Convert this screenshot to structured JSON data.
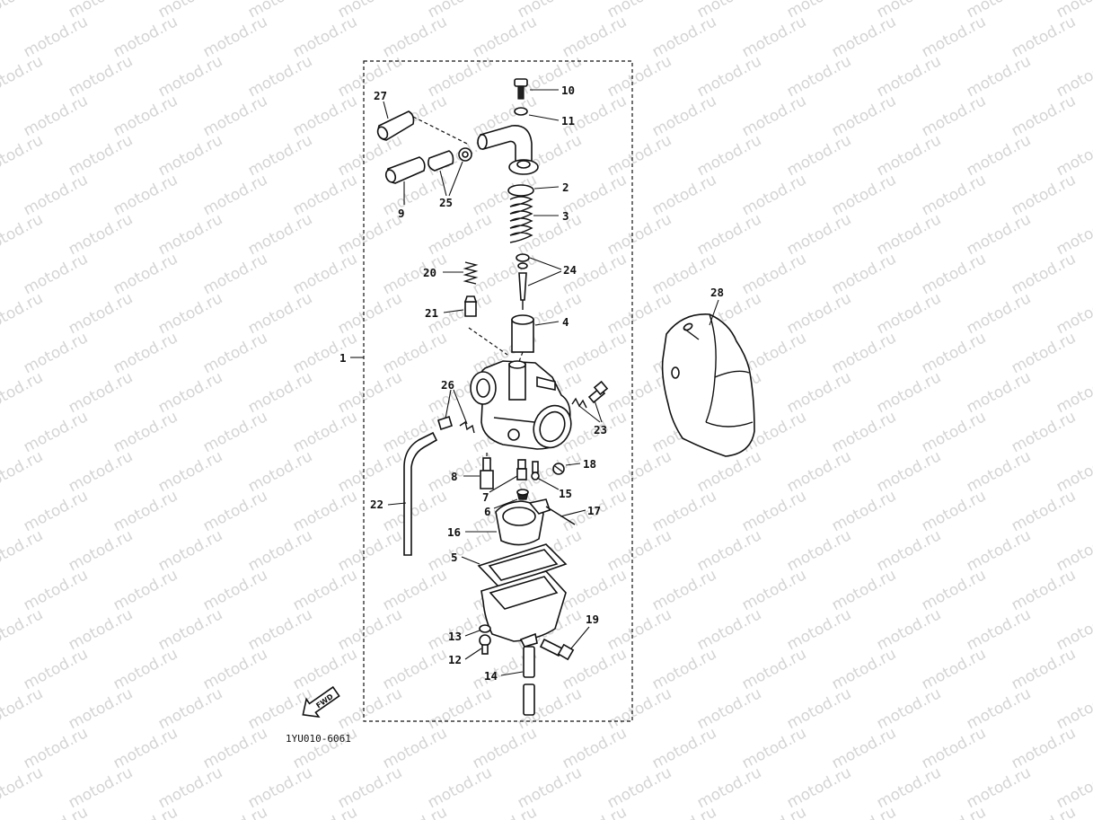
{
  "watermark": "motod.ru",
  "diagram_code": "1YU010-6061",
  "fwd_label": "FWD",
  "callouts": {
    "c1": "1",
    "c2": "2",
    "c3": "3",
    "c4": "4",
    "c5": "5",
    "c6": "6",
    "c7": "7",
    "c8": "8",
    "c9": "9",
    "c10": "10",
    "c11": "11",
    "c12": "12",
    "c13": "13",
    "c14": "14",
    "c15": "15",
    "c16": "16",
    "c17": "17",
    "c18": "18",
    "c19": "19",
    "c20": "20",
    "c21": "21",
    "c22": "22",
    "c23": "23",
    "c24": "24",
    "c25": "25",
    "c26": "26",
    "c27": "27",
    "c28": "28"
  }
}
